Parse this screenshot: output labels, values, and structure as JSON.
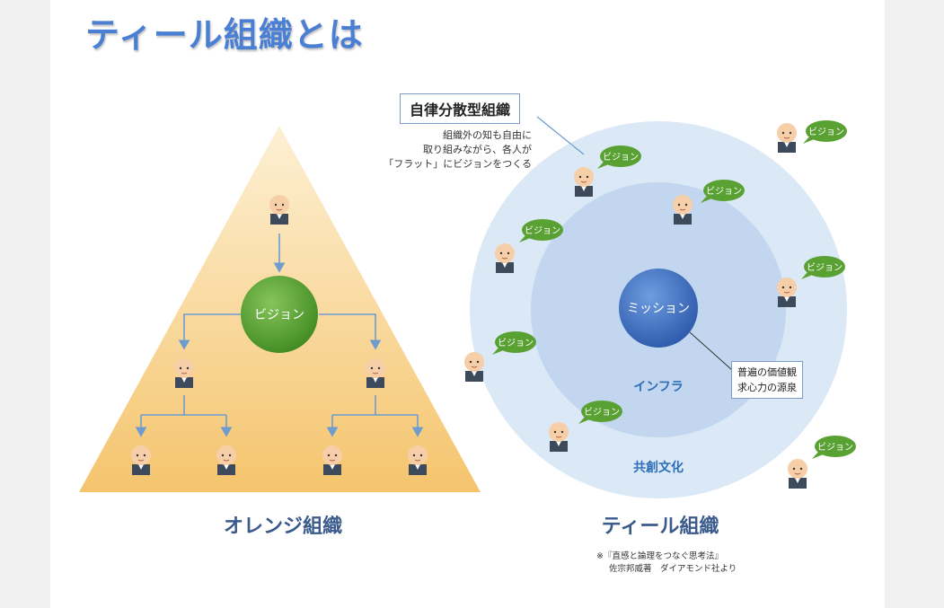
{
  "title": "ティール組織とは",
  "orange": {
    "label": "オレンジ組織",
    "vision": "ビジョン"
  },
  "teal": {
    "label": "ティール組織",
    "mission": "ミッション",
    "infra": "インフラ",
    "culture": "共創文化",
    "bubble": "ビジョン",
    "autonomy_title": "自律分散型組織",
    "autonomy_desc": [
      "組織外の知も自由に",
      "取り組みながら、各人が",
      "「フラット」にビジョンをつくる"
    ],
    "values_lines": [
      "普遍の価値観",
      "求心力の源泉"
    ]
  },
  "source": {
    "line1": "※『直感と論理をつなぐ思考法』",
    "line2": "佐宗邦威著　ダイアモンド社より"
  },
  "colors": {
    "title": "#4a7fd4",
    "triangle_top": "#fbe6bf",
    "triangle_bottom": "#f5c774",
    "vision_green": "#5aa134",
    "mission_blue": "#3a6fc4",
    "outer_ring": "#dbe8f6",
    "inner_ring": "#c2d7ef",
    "arrow": "#6e9ccf"
  }
}
